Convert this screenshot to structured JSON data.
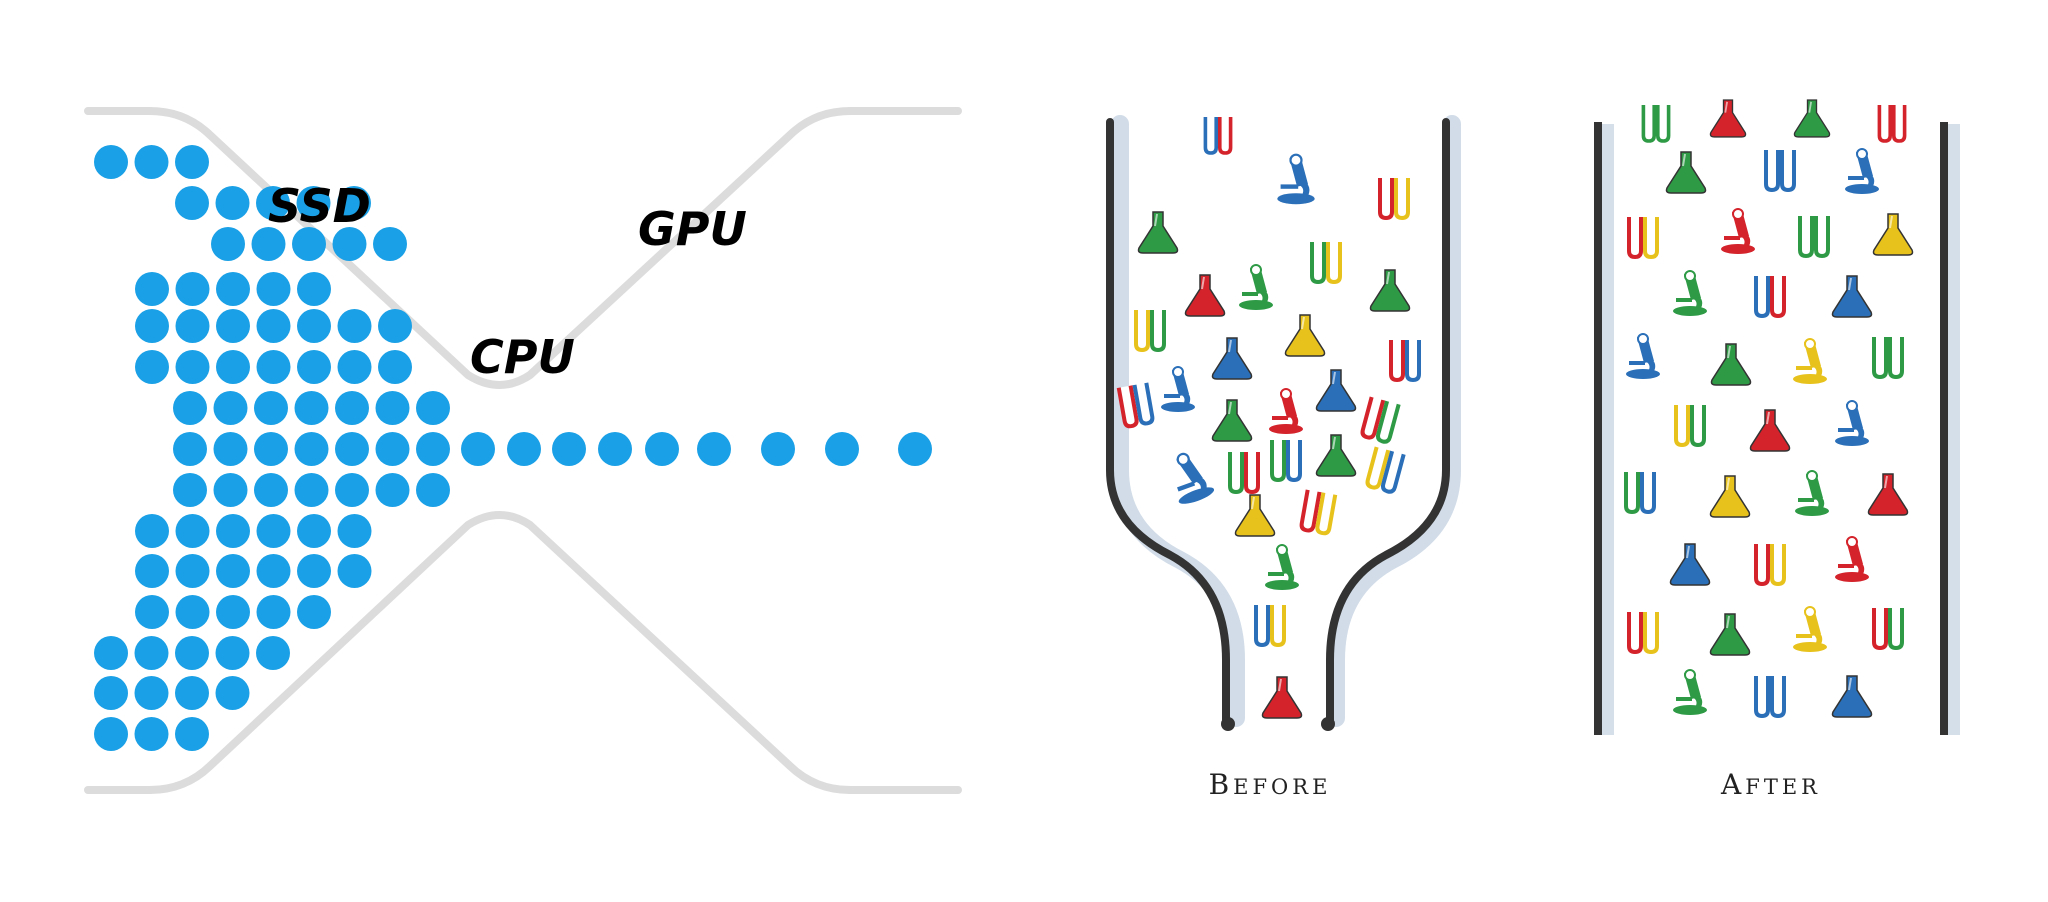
{
  "funnel": {
    "labels": {
      "ssd": "SSD",
      "cpu": "CPU",
      "gpu": "GPU"
    },
    "dot_color": "#1aa0e6",
    "wall_color": "#dcdcdc"
  },
  "bottleneck": {
    "before_caption_first": "B",
    "before_caption_rest": "EFORE",
    "after_caption_first": "A",
    "after_caption_rest": "FTER",
    "icon_colors": {
      "green": "#2e9a46",
      "red": "#d4232b",
      "blue": "#2a6fb8",
      "yellow": "#e8c21c"
    },
    "wall_color": "#333333"
  }
}
